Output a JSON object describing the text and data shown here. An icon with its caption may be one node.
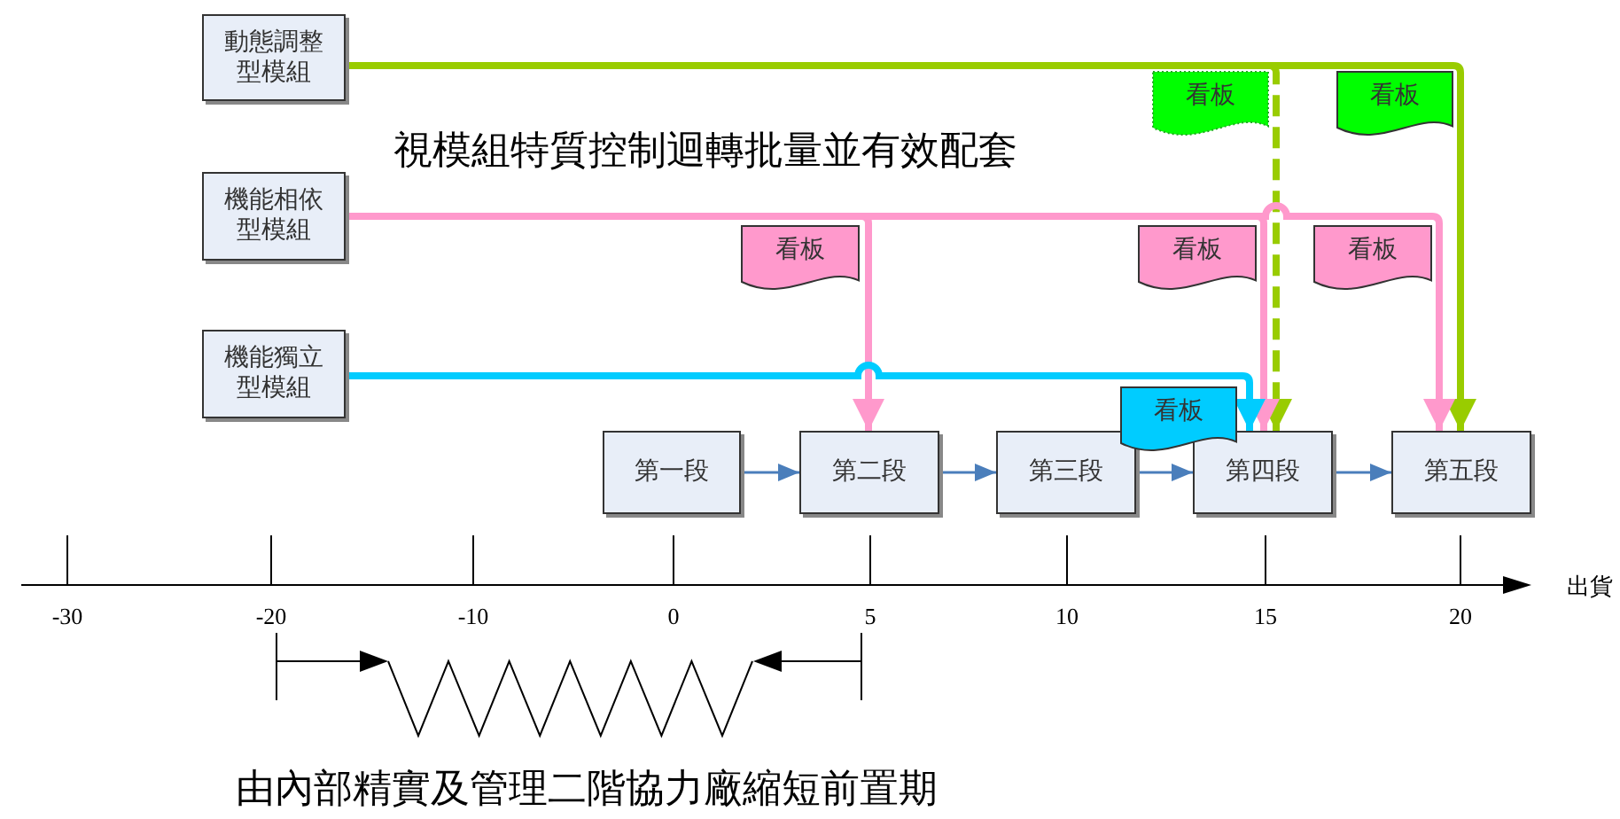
{
  "diagram": {
    "nodes": [
      {
        "text": [
          "動態調整型模組"
        ]
      },
      {
        "text": [
          "機能相依型模組"
        ]
      },
      {
        "text": [
          "機能獨立型模組"
        ]
      },
      {
        "text": [
          "第一段"
        ]
      },
      {
        "text": [
          "第二段"
        ]
      },
      {
        "text": [
          "第三段"
        ]
      },
      {
        "text": [
          "第四段"
        ]
      },
      {
        "text": [
          "第五段"
        ]
      },
      {
        "text": [
          "看板"
        ]
      },
      {
        "text": [
          "看板"
        ]
      },
      {
        "text": [
          "看板"
        ]
      },
      {
        "text": [
          "看板"
        ]
      },
      {
        "text": [
          "看板"
        ]
      },
      {
        "text": [
          "看板"
        ]
      }
    ],
    "edges": [
      {
        "from": 0,
        "to": 7,
        "arrow": "to",
        "color": "#99cc00"
      },
      {
        "from": 0,
        "to": 6,
        "arrow": "to",
        "style": "dashed",
        "color": "#99cc00"
      },
      {
        "from": 1,
        "to": 4,
        "arrow": "to",
        "color": "#ff99cc"
      },
      {
        "from": 1,
        "to": 6,
        "arrow": "to",
        "color": "#ff99cc"
      },
      {
        "from": 1,
        "to": 7,
        "arrow": "to",
        "color": "#ff99cc"
      },
      {
        "from": 2,
        "to": 6,
        "arrow": "to",
        "color": "#00ccff"
      },
      {
        "from": 3,
        "to": 4,
        "arrow": "to"
      },
      {
        "from": 4,
        "to": 5,
        "arrow": "to"
      },
      {
        "from": 5,
        "to": 6,
        "arrow": "to"
      },
      {
        "from": 6,
        "to": 7,
        "arrow": "to"
      }
    ],
    "labels": [
      "視模組特質控制迴轉批量並有效配套",
      "出貨",
      "-30",
      "-20",
      "-10",
      "0",
      "5",
      "10",
      "15",
      "20",
      "由內部精實及管理二階協力廠縮短前置期"
    ]
  }
}
